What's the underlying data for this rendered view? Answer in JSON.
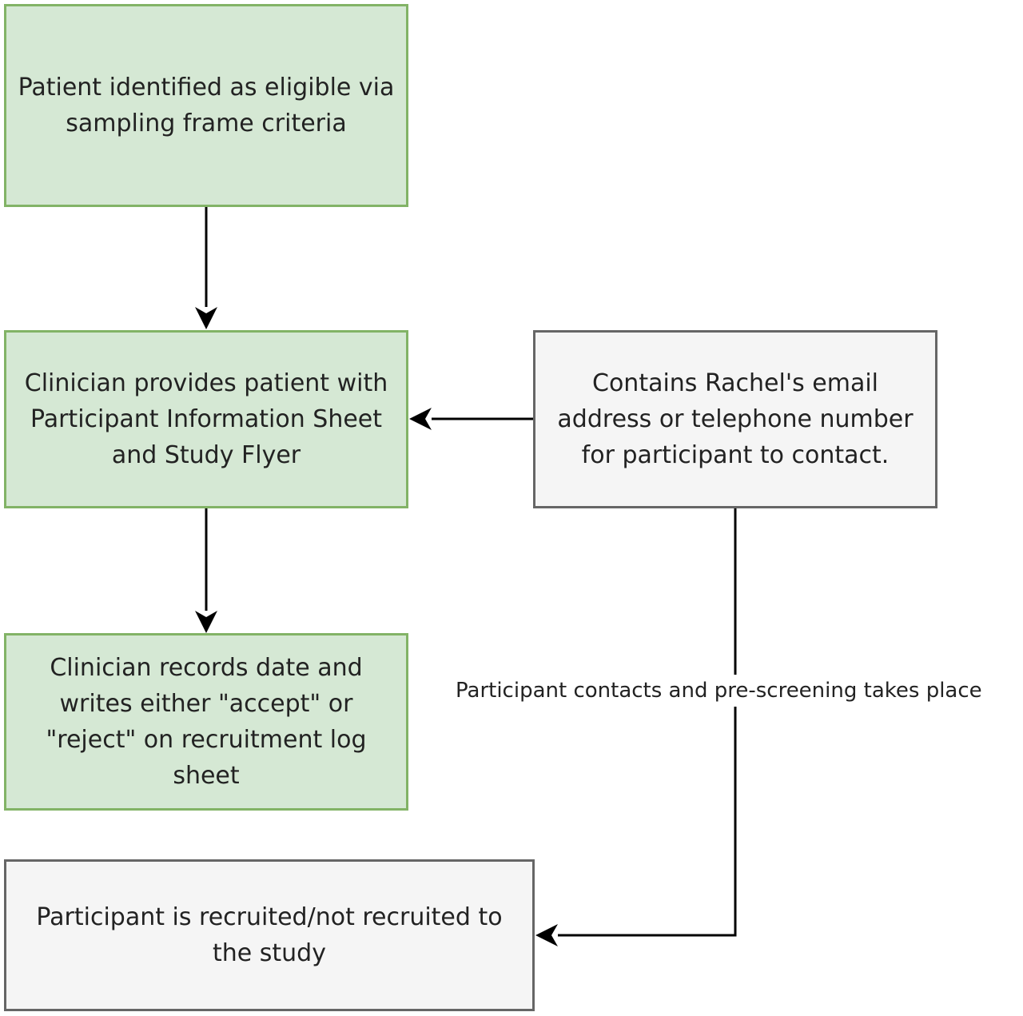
{
  "colors": {
    "step_fill": "#d5e8d4",
    "step_border": "#82b366",
    "note_fill": "#f5f5f5",
    "note_border": "#666666",
    "arrow": "#000000"
  },
  "nodes": {
    "eligible": {
      "text": "Patient identified as eligible via sampling frame criteria"
    },
    "provides_info": {
      "text": "Clinician provides patient with Participant Information Sheet and Study Flyer"
    },
    "records_log": {
      "text": "Clinician records date and writes either \"accept\" or \"reject\" on recruitment log sheet"
    },
    "contact_info": {
      "text": "Contains Rachel's email address or telephone number for participant to contact."
    },
    "recruited": {
      "text": "Participant is recruited/not recruited to the study"
    }
  },
  "edges": {
    "prescreening_label": "Participant contacts and pre-screening takes place"
  }
}
